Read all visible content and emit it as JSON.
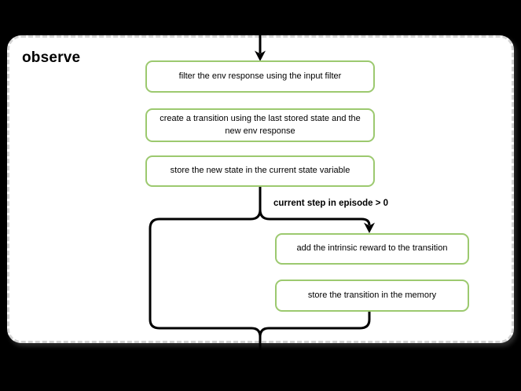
{
  "panel": {
    "title": "observe"
  },
  "flow": {
    "entry_arrow": "from outside panel into first step",
    "steps": [
      {
        "id": "filter-env-response",
        "label": "filter the env response using the input filter"
      },
      {
        "id": "create-transition",
        "label": "create a transition using the last stored state and the new env response"
      },
      {
        "id": "store-new-state",
        "label": "store the new state in the current state variable"
      },
      {
        "id": "add-intrinsic-reward",
        "label": "add the intrinsic reward to the transition"
      },
      {
        "id": "store-transition",
        "label": "store the transition in the memory"
      }
    ],
    "branch": {
      "condition_label": "current step in episode > 0",
      "true_path": [
        "add-intrinsic-reward",
        "store-transition"
      ],
      "false_path": "bypass left side down to merge point"
    }
  },
  "colors": {
    "background": "#000000",
    "panel_background": "#ffffff",
    "panel_border": "#d4d4d4",
    "node_border": "#9cc96f",
    "node_background": "#ffffff",
    "connector": "#000000",
    "text": "#000000"
  }
}
